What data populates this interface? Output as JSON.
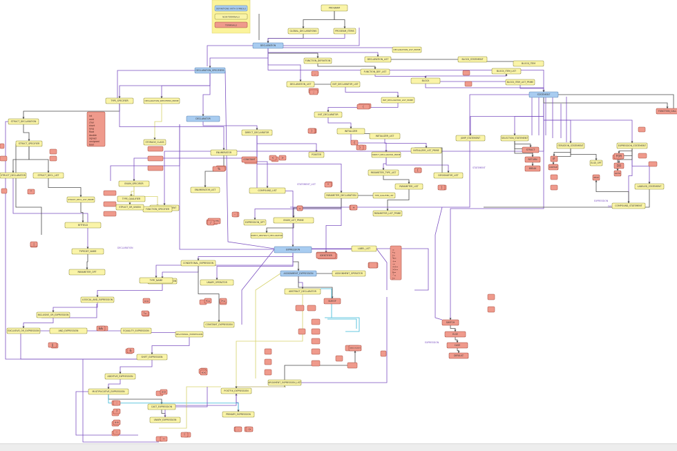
{
  "colors": {
    "background": "#ffffff",
    "nonterminal_fill": "#faf4a8",
    "nonterminal_stroke": "#8c8a3c",
    "terminal_fill": "#ef9a8c",
    "terminal_stroke": "#a4493c",
    "start_fill": "#a8ccf0",
    "start_stroke": "#5a84b4",
    "legend_fill": "#fbf39a",
    "edge_purple": "#7a4fc0",
    "edge_gray": "#4a4a4a",
    "edge_yellow": "#d6d26a",
    "edge_pink": "#e0307a",
    "edge_cyan": "#36b8d8"
  },
  "legend": {
    "items": [
      {
        "label": "DEFINITIONS WITH SYMBOLS",
        "kind": "start"
      },
      {
        "label": "NON-TERMINALS",
        "kind": "nonterminal"
      },
      {
        "label": "TERMINALS",
        "kind": "terminal"
      }
    ]
  },
  "nodes": [
    {
      "id": "program",
      "label": "PROGRAM",
      "kind": "nonterminal"
    },
    {
      "id": "global_decl_list",
      "label": "GLOBAL_DECLARATIONS",
      "kind": "nonterminal"
    },
    {
      "id": "program_items",
      "label": "PROGRAM_ITEMS",
      "kind": "nonterminal"
    },
    {
      "id": "declaration",
      "label": "DECLARATION",
      "kind": "start"
    },
    {
      "id": "decl_list_prime",
      "label": "DECLARATION_LIST_PRIME",
      "kind": "nonterminal"
    },
    {
      "id": "function_def",
      "label": "FUNCTION_DEFINITION",
      "kind": "nonterminal"
    },
    {
      "id": "function_decl",
      "label": "DECLARATION_LIST",
      "kind": "nonterminal"
    },
    {
      "id": "block_stmt",
      "label": "BLOCK_STATEMENT",
      "kind": "nonterminal"
    },
    {
      "id": "block_item",
      "label": "BLOCK_ITEM",
      "kind": "nonterminal"
    },
    {
      "id": "function_def_list",
      "label": "FUNCTION_DEF_LIST",
      "kind": "nonterminal"
    },
    {
      "id": "block_item_list",
      "label": "BLOCK_ITEM_LIST",
      "kind": "nonterminal"
    },
    {
      "id": "block",
      "label": "BLOCK",
      "kind": "nonterminal"
    },
    {
      "id": "block_item_list_prime",
      "label": "BLOCK_ITEM_LIST_PRIME",
      "kind": "nonterminal"
    },
    {
      "id": "decl_specifiers",
      "label": "DECLARATION_SPECIFIERS",
      "kind": "start"
    },
    {
      "id": "decl_list",
      "label": "DECLARATION_LIST",
      "kind": "nonterminal"
    },
    {
      "id": "init_decl_list",
      "label": "INIT_DECLARATOR_LIST",
      "kind": "nonterminal"
    },
    {
      "id": "init_decl_list_prime",
      "label": "INIT_DECLARATOR_LIST_PRIME",
      "kind": "nonterminal"
    },
    {
      "id": "statement",
      "label": "STATEMENT",
      "kind": "start"
    },
    {
      "id": "type_specifier",
      "label": "TYPE_SPECIFIER",
      "kind": "nonterminal"
    },
    {
      "id": "decl_spec_prime",
      "label": "DECLARATION_SPECIFIERS_PRIME",
      "kind": "nonterminal"
    },
    {
      "id": "declarator",
      "label": "DECLARATOR",
      "kind": "start"
    },
    {
      "id": "direct_declarator",
      "label": "DIRECT_DECLARATOR",
      "kind": "nonterminal"
    },
    {
      "id": "init_declarator",
      "label": "INIT_DECLARATOR",
      "kind": "nonterminal"
    },
    {
      "id": "initializer",
      "label": "INITIALIZER",
      "kind": "nonterminal"
    },
    {
      "id": "init_list",
      "label": "INITIALIZER_LIST",
      "kind": "nonterminal"
    },
    {
      "id": "init_list_prime",
      "label": "INITIALIZER_LIST_PRIME",
      "kind": "nonterminal"
    },
    {
      "id": "direct_decl_prime",
      "label": "DIRECT_DECLARATOR_PRIME",
      "kind": "nonterminal"
    },
    {
      "id": "designator_list",
      "label": "DESIGNATOR_LIST",
      "kind": "nonterminal"
    },
    {
      "id": "param_type_list",
      "label": "PARAMETER_TYPE_LIST",
      "kind": "nonterminal"
    },
    {
      "id": "param_list",
      "label": "PARAMETER_LIST",
      "kind": "nonterminal"
    },
    {
      "id": "param_list_prime",
      "label": "PARAMETER_LIST_PRIME",
      "kind": "nonterminal"
    },
    {
      "id": "param_decl",
      "label": "PARAMETER_DECLARATION",
      "kind": "nonterminal"
    },
    {
      "id": "type_qual_list",
      "label": "TYPE_QUALIFIER_LIST",
      "kind": "nonterminal"
    },
    {
      "id": "pointer",
      "label": "POINTER",
      "kind": "nonterminal"
    },
    {
      "id": "struct_decl",
      "label": "STRUCT_DECLARATION",
      "kind": "nonterminal"
    },
    {
      "id": "struct_spec",
      "label": "STRUCT_SPECIFIER",
      "kind": "nonterminal"
    },
    {
      "id": "struct_decl_list",
      "label": "STRUCT_DECL_LIST",
      "kind": "nonterminal"
    },
    {
      "id": "struct_declarator",
      "label": "STRUCT_DECLARATOR",
      "kind": "nonterminal"
    },
    {
      "id": "expression",
      "label": "EXPRESSION",
      "kind": "start"
    },
    {
      "id": "assignment_expr",
      "label": "ASSIGNMENT_EXPRESSION",
      "kind": "start"
    },
    {
      "id": "conditional_expr",
      "label": "CONDITIONAL_EXPRESSION",
      "kind": "nonterminal"
    },
    {
      "id": "logical_or_expr",
      "label": "LOGICAL_OR_EXPRESSION",
      "kind": "nonterminal"
    },
    {
      "id": "logical_and_expr",
      "label": "LOGICAL_AND_EXPRESSION",
      "kind": "nonterminal"
    },
    {
      "id": "inclusive_or_expr",
      "label": "INCLUSIVE_OR_EXPRESSION",
      "kind": "nonterminal"
    },
    {
      "id": "exclusive_or_expr",
      "label": "EXCLUSIVE_OR_EXPRESSION",
      "kind": "nonterminal"
    },
    {
      "id": "and_expr",
      "label": "AND_EXPRESSION",
      "kind": "nonterminal"
    },
    {
      "id": "equality_expr",
      "label": "EQUALITY_EXPRESSION",
      "kind": "nonterminal"
    },
    {
      "id": "relational_expr",
      "label": "RELATIONAL_EXPRESSION",
      "kind": "nonterminal"
    },
    {
      "id": "shift_expr",
      "label": "SHIFT_EXPRESSION",
      "kind": "nonterminal"
    },
    {
      "id": "additive_expr",
      "label": "ADDITIVE_EXPRESSION",
      "kind": "nonterminal"
    },
    {
      "id": "multiplicative_expr",
      "label": "MULTIPLICATIVE_EXPRESSION",
      "kind": "nonterminal"
    },
    {
      "id": "cast_expr",
      "label": "CAST_EXPRESSION",
      "kind": "nonterminal"
    },
    {
      "id": "unary_expr",
      "label": "UNARY_EXPRESSION",
      "kind": "nonterminal"
    },
    {
      "id": "postfix_expr",
      "label": "POSTFIX_EXPRESSION",
      "kind": "nonterminal"
    },
    {
      "id": "primary_expr",
      "label": "PRIMARY_EXPRESSION",
      "kind": "nonterminal"
    },
    {
      "id": "argument_expr_list",
      "label": "ARGUMENT_EXPRESSION_LIST",
      "kind": "nonterminal"
    },
    {
      "id": "assignment_op",
      "label": "ASSIGNMENT_OPERATOR",
      "kind": "nonterminal"
    },
    {
      "id": "constant_expr",
      "label": "CONSTANT_EXPRESSION",
      "kind": "nonterminal"
    },
    {
      "id": "jump_stmt",
      "label": "JUMP_STATEMENT",
      "kind": "nonterminal"
    },
    {
      "id": "selection_stmt",
      "label": "SELECTION_STATEMENT",
      "kind": "nonterminal"
    },
    {
      "id": "iteration_stmt",
      "label": "ITERATION_STATEMENT",
      "kind": "nonterminal"
    },
    {
      "id": "expression_stmt",
      "label": "EXPRESSION_STATEMENT",
      "kind": "nonterminal"
    },
    {
      "id": "labeled_stmt",
      "label": "LABELED_STATEMENT",
      "kind": "nonterminal"
    },
    {
      "id": "compound_stmt",
      "label": "COMPOUND_STATEMENT",
      "kind": "nonterminal"
    },
    {
      "id": "else_opt",
      "label": "ELSE_OPT",
      "kind": "nonterminal"
    },
    {
      "id": "for_init",
      "label": "FOR_INIT_STATEMENT",
      "kind": "nonterminal"
    },
    {
      "id": "enum_spec",
      "label": "ENUM_SPECIFIER",
      "kind": "nonterminal"
    },
    {
      "id": "unary_op",
      "label": "UNARY_OPERATOR",
      "kind": "nonterminal"
    },
    {
      "id": "type_name",
      "label": "TYPE_NAME",
      "kind": "nonterminal"
    },
    {
      "id": "abstract_decl",
      "label": "ABSTRACT_DECLARATOR",
      "kind": "nonterminal"
    },
    {
      "id": "identifier",
      "label": "IDENTIFIER",
      "kind": "terminal"
    },
    {
      "id": "constant",
      "label": "CONSTANT",
      "kind": "terminal"
    },
    {
      "id": "string_lit",
      "label": "STRING_LITERAL",
      "kind": "terminal"
    },
    {
      "id": "variable_decl",
      "label": "VARIABLE_DECLARATION",
      "kind": "terminal"
    },
    {
      "id": "sizeof_kw",
      "label": "SIZEOF",
      "kind": "terminal"
    },
    {
      "id": "struct_kw",
      "label": "STRUCT",
      "kind": "terminal"
    },
    {
      "id": "return_kw",
      "label": "RETURN",
      "kind": "terminal"
    },
    {
      "id": "break_kw",
      "label": "BREAK",
      "kind": "terminal"
    },
    {
      "id": "continue_kw",
      "label": "CONTINUE",
      "kind": "terminal"
    },
    {
      "id": "if_kw",
      "label": "IF",
      "kind": "terminal"
    },
    {
      "id": "while_kw",
      "label": "WHILE",
      "kind": "terminal"
    },
    {
      "id": "for_kw",
      "label": "FOR",
      "kind": "terminal"
    },
    {
      "id": "do_kw",
      "label": "DO",
      "kind": "terminal"
    },
    {
      "id": "goto_kw",
      "label": "GOTO",
      "kind": "terminal"
    },
    {
      "id": "switch_kw",
      "label": "SWITCH",
      "kind": "terminal"
    },
    {
      "id": "else_kw",
      "label": "ELSE",
      "kind": "terminal"
    },
    {
      "id": "case_kw",
      "label": "CASE",
      "kind": "terminal"
    },
    {
      "id": "default_kw",
      "label": "DEFAULT",
      "kind": "terminal"
    },
    {
      "id": "function_call",
      "label": "FUNCTION_CALL",
      "kind": "terminal"
    },
    {
      "id": "enumerator",
      "label": "ENUMERATOR",
      "kind": "nonterminal"
    },
    {
      "id": "enumerator_list",
      "label": "ENUMERATOR_LIST",
      "kind": "nonterminal"
    },
    {
      "id": "func_spec",
      "label": "FUNCTION_SPECIFIER",
      "kind": "nonterminal"
    },
    {
      "id": "storage_class",
      "label": "STORAGE_CLASS",
      "kind": "nonterminal"
    },
    {
      "id": "type_qualifier",
      "label": "TYPE_QUALIFIER",
      "kind": "nonterminal"
    },
    {
      "id": "struct_or_union",
      "label": "STRUCT_OR_UNION",
      "kind": "nonterminal"
    },
    {
      "id": "typedef_name",
      "label": "TYPEDEF_NAME",
      "kind": "nonterminal"
    },
    {
      "id": "parameter_opt",
      "label": "PARAMETER_OPT",
      "kind": "nonterminal"
    },
    {
      "id": "expr_opt",
      "label": "EXPRESSION_OPT",
      "kind": "nonterminal"
    },
    {
      "id": "compound_list",
      "label": "COMPOUND_LIST",
      "kind": "nonterminal"
    },
    {
      "id": "struct_decl_list_prime",
      "label": "STRUCT_DECL_LIST_PRIME",
      "kind": "nonterminal"
    },
    {
      "id": "bitfield",
      "label": "BITFIELD",
      "kind": "nonterminal"
    },
    {
      "id": "enum_list_prime",
      "label": "ENUM_LIST_PRIME",
      "kind": "nonterminal"
    },
    {
      "id": "abs_direct",
      "label": "DIRECT_ABSTRACT_DECLARATOR",
      "kind": "nonterminal"
    },
    {
      "id": "label_list",
      "label": "LABEL_LIST",
      "kind": "nonterminal"
    },
    {
      "id": "t_semi",
      "label": ";",
      "kind": "terminal"
    },
    {
      "id": "t_comma",
      "label": ",",
      "kind": "terminal"
    },
    {
      "id": "t_lparen",
      "label": "(",
      "kind": "terminal"
    },
    {
      "id": "t_rparen",
      "label": ")",
      "kind": "terminal"
    },
    {
      "id": "t_lbrace",
      "label": "{",
      "kind": "terminal"
    },
    {
      "id": "t_rbrace",
      "label": "}",
      "kind": "terminal"
    },
    {
      "id": "t_lbrack",
      "label": "[",
      "kind": "terminal"
    },
    {
      "id": "t_rbrack",
      "label": "]",
      "kind": "terminal"
    },
    {
      "id": "t_assign",
      "label": "=",
      "kind": "terminal"
    },
    {
      "id": "t_star",
      "label": "*",
      "kind": "terminal"
    },
    {
      "id": "t_plus",
      "label": "+",
      "kind": "terminal"
    },
    {
      "id": "t_minus",
      "label": "-",
      "kind": "terminal"
    },
    {
      "id": "t_slash",
      "label": "/",
      "kind": "terminal"
    },
    {
      "id": "t_pct",
      "label": "%",
      "kind": "terminal"
    },
    {
      "id": "t_lt",
      "label": "<",
      "kind": "terminal"
    },
    {
      "id": "t_gt",
      "label": ">",
      "kind": "terminal"
    },
    {
      "id": "t_le",
      "label": "<=",
      "kind": "terminal"
    },
    {
      "id": "t_ge",
      "label": ">=",
      "kind": "terminal"
    },
    {
      "id": "t_eq",
      "label": "==",
      "kind": "terminal"
    },
    {
      "id": "t_ne",
      "label": "!=",
      "kind": "terminal"
    },
    {
      "id": "t_and",
      "label": "&&",
      "kind": "terminal"
    },
    {
      "id": "t_or",
      "label": "||",
      "kind": "terminal"
    },
    {
      "id": "t_amp",
      "label": "&",
      "kind": "terminal"
    },
    {
      "id": "t_pipe",
      "label": "|",
      "kind": "terminal"
    },
    {
      "id": "t_caret",
      "label": "^",
      "kind": "terminal"
    },
    {
      "id": "t_shl",
      "label": "<<",
      "kind": "terminal"
    },
    {
      "id": "t_shr",
      "label": ">>",
      "kind": "terminal"
    },
    {
      "id": "t_colon",
      "label": ":",
      "kind": "terminal"
    },
    {
      "id": "t_q",
      "label": "?",
      "kind": "terminal"
    },
    {
      "id": "t_inc",
      "label": "++",
      "kind": "terminal"
    },
    {
      "id": "t_dec",
      "label": "--",
      "kind": "terminal"
    },
    {
      "id": "t_dot",
      "label": ".",
      "kind": "terminal"
    },
    {
      "id": "t_arrow",
      "label": "->",
      "kind": "terminal"
    },
    {
      "id": "t_tilde",
      "label": "~",
      "kind": "terminal"
    },
    {
      "id": "t_bang",
      "label": "!",
      "kind": "terminal"
    }
  ],
  "lists": {
    "type_keywords": [
      "int",
      "void",
      "char",
      "short",
      "long",
      "float",
      "double",
      "signed",
      "unsigned",
      "bool"
    ],
    "assign_ops": [
      "=",
      "*=",
      "/=",
      "%=",
      "+=",
      "-=",
      "<<=",
      ">>=",
      "&=",
      "^=",
      "|="
    ]
  },
  "edge_labels": [
    "DECLARATION",
    "STATEMENT",
    "EXPRESSION",
    "EXPRESSION",
    "STATEMENT_LIST",
    "DECLARATION_LIST"
  ]
}
